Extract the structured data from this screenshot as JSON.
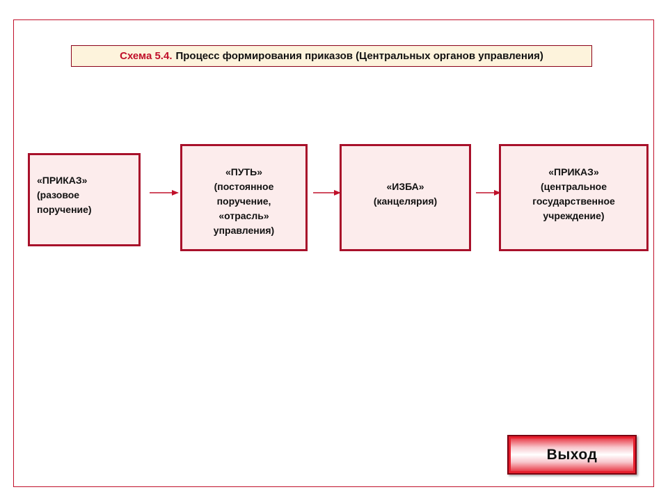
{
  "title": {
    "number": "Схема 5.4.",
    "text": "Процесс формирования приказов (Центральных органов управления)"
  },
  "nodes": [
    {
      "lines": [
        "«ПРИКАЗ»",
        "(разовое",
        "поручение)"
      ]
    },
    {
      "lines": [
        "«ПУТЬ»",
        "(постоянное",
        "поручение,",
        "«отрасль»",
        "управления)"
      ]
    },
    {
      "lines": [
        "«ИЗБА»",
        "(канцелярия)"
      ]
    },
    {
      "lines": [
        "«ПРИКАЗ»",
        "(центральное",
        "государственное",
        "учреждение)"
      ]
    }
  ],
  "exit_button": {
    "label": "Выход"
  },
  "colors": {
    "accent": "#c0102a",
    "node_border": "#a8102a",
    "node_fill": "#fcecec",
    "title_fill": "#fdf3dc"
  }
}
